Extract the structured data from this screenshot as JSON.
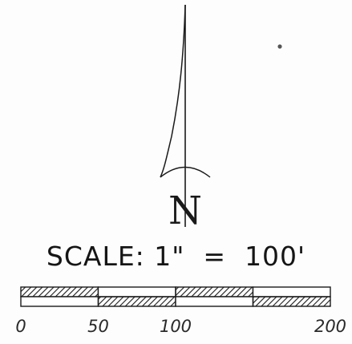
{
  "north_arrow": {
    "label": "N"
  },
  "scale": {
    "text": "SCALE: 1\"  =  100'"
  },
  "scale_bar": {
    "ticks": [
      "0",
      "50",
      "100",
      "200"
    ],
    "tick_values": [
      0,
      50,
      100,
      150,
      200
    ],
    "max_value": 200,
    "colors": {
      "ink": "#1a1a1a",
      "paper": "#ffffff"
    }
  }
}
